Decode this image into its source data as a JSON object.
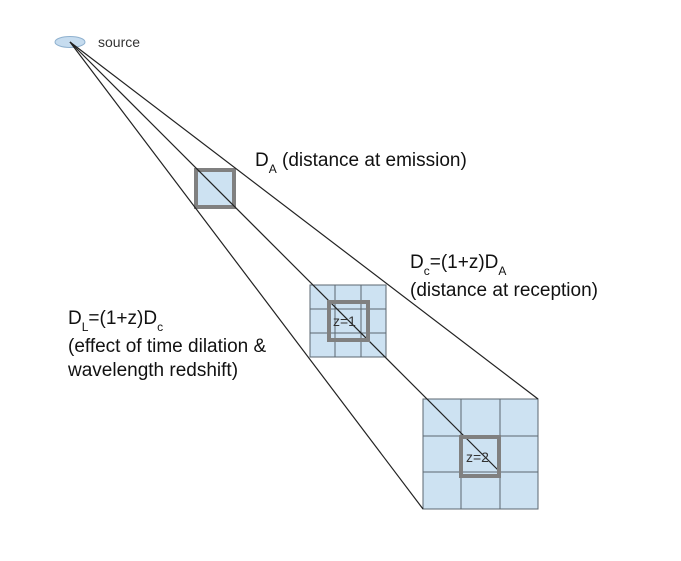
{
  "source_label": "source",
  "da": {
    "symbol": "D",
    "subscript": "A",
    "text": " (distance at emission)"
  },
  "dc": {
    "symbol": "D",
    "subscript": "c",
    "formula": "=(1+z)D",
    "formula_subscript": "A",
    "line2": "(distance at reception)"
  },
  "dl": {
    "symbol": "D",
    "subscript": "L",
    "formula": "=(1+z)D",
    "formula_subscript": "c",
    "line2": "(effect of time dilation &",
    "line3": "wavelength redshift)"
  },
  "z1_label": "z=1",
  "z2_label": "z=2",
  "colors": {
    "cell_fill": "#cde2f2",
    "cell_stroke": "#5b6770",
    "box_stroke": "#808080",
    "line": "#222222",
    "source_fill": "#c6dcef",
    "source_stroke": "#8fb1cf"
  }
}
